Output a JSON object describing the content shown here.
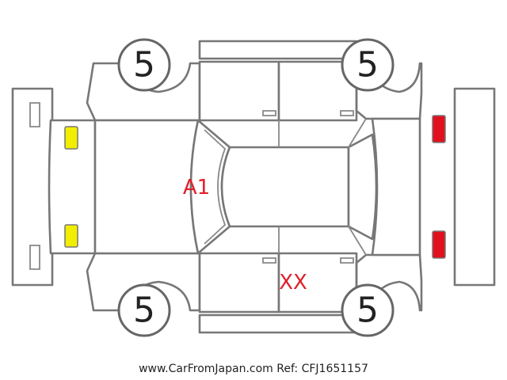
{
  "tyre_grades": {
    "front_left": "5",
    "front_right": "5",
    "rear_left": "5",
    "rear_right": "5"
  },
  "damage_codes": {
    "windshield": "A1",
    "rear_door": "XX"
  },
  "lamp_colors": {
    "front": "#f2ee00",
    "rear": "#e0101e"
  },
  "footer": {
    "website": "www.CarFromJapan.com",
    "reference": "Ref: CFJ1651157"
  }
}
